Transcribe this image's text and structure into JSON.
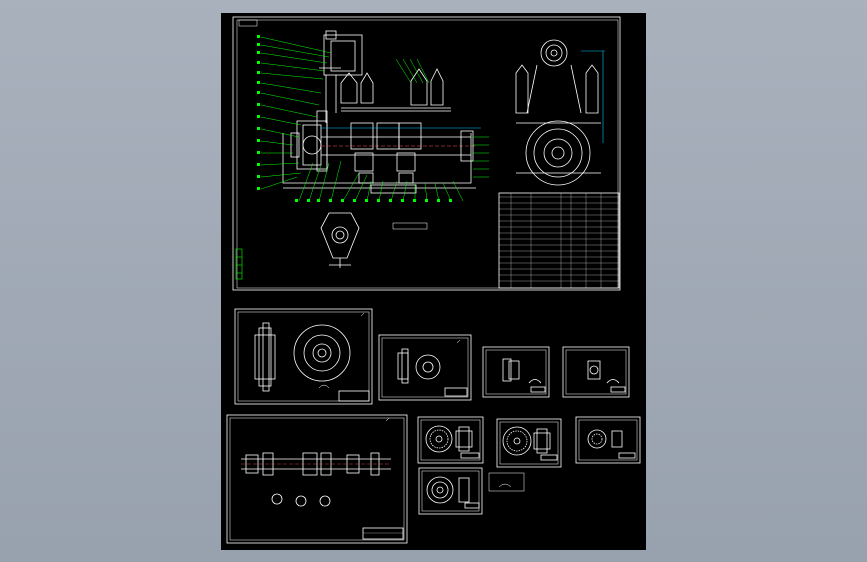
{
  "colors": {
    "background": "#a0a8b4",
    "sheet": "#000000",
    "line": "#ffffff",
    "dimension": "#00ff00",
    "accent": "#00c8ff",
    "label": "#ffe14d"
  },
  "drawings": [
    {
      "name": "main-assembly-drawing"
    },
    {
      "name": "part-drawing-1"
    },
    {
      "name": "part-drawing-2"
    },
    {
      "name": "part-drawing-3"
    },
    {
      "name": "part-drawing-4"
    },
    {
      "name": "shaft-drawing"
    },
    {
      "name": "part-drawing-5"
    },
    {
      "name": "part-drawing-6"
    },
    {
      "name": "part-drawing-7"
    },
    {
      "name": "part-drawing-8"
    }
  ]
}
